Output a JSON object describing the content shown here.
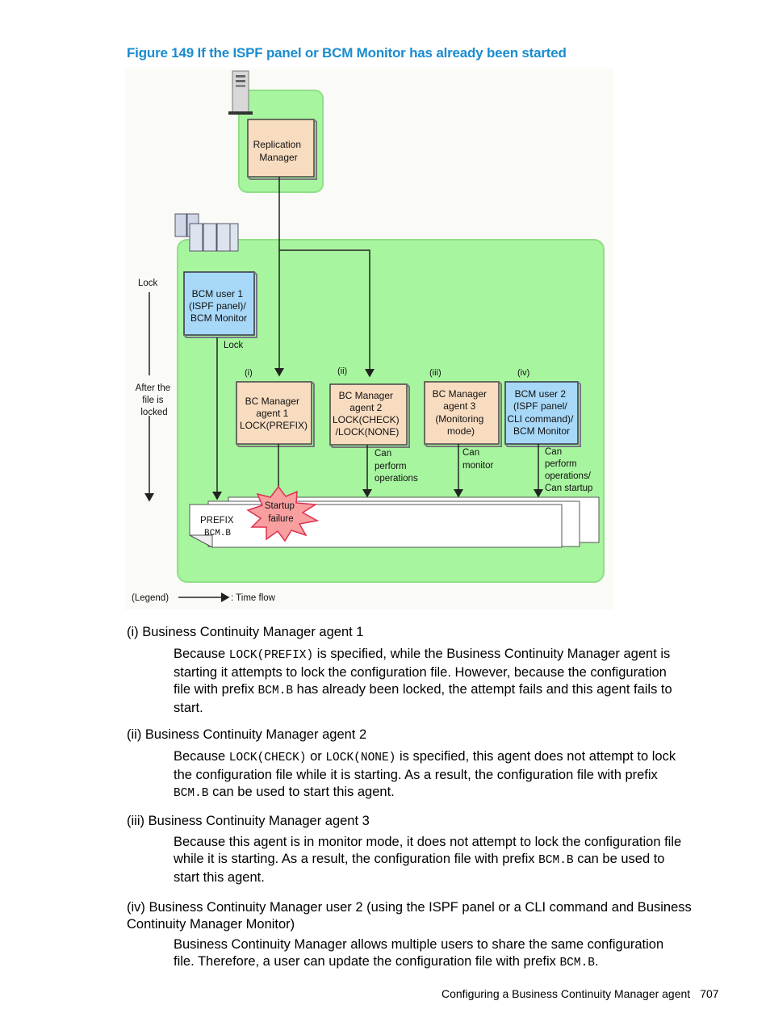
{
  "caption": "Figure 149 If the ISPF panel or BCM Monitor has already been started",
  "diagram": {
    "replication_manager": [
      "Replication",
      "Manager"
    ],
    "lock_label": "Lock",
    "after_locked": [
      "After the",
      "file is",
      "locked"
    ],
    "bcm_user1": [
      "BCM user 1",
      "(ISPF panel)/",
      "BCM Monitor"
    ],
    "user1_lock": "Lock",
    "markers": [
      "(i)",
      "(ii)",
      "(iii)",
      "(iv)"
    ],
    "agent1": [
      "BC Manager",
      "agent 1",
      "LOCK(PREFIX)"
    ],
    "agent2": [
      "BC Manager",
      "agent 2",
      "LOCK(CHECK)",
      "/LOCK(NONE)"
    ],
    "agent3": [
      "BC Manager",
      "agent 3",
      "(Monitoring",
      "mode)"
    ],
    "bcm_user2": [
      "BCM user 2",
      "(ISPF panel/",
      "CLI command)/",
      "BCM Monitor"
    ],
    "agent2_note": [
      "Can",
      "perform",
      "operations"
    ],
    "agent3_note": [
      "Can",
      "monitor"
    ],
    "user2_note": [
      "Can",
      "perform",
      "operations/",
      "Can startup"
    ],
    "file_prefix": "PREFIX",
    "file_name": "BCM.B",
    "burst": [
      "Startup",
      "failure"
    ],
    "legend_label": "(Legend)",
    "legend_time": ": Time flow"
  },
  "items": [
    {
      "title": "(i) Business Continuity Manager agent 1",
      "body": [
        {
          "t": "Because "
        },
        {
          "c": "LOCK(PREFIX)"
        },
        {
          "t": " is specified, while the Business Continuity Manager agent is starting it attempts to lock the configuration file. However, because the configuration file with prefix "
        },
        {
          "c": "BCM.B"
        },
        {
          "t": " has already been locked, the attempt fails and this agent fails to start."
        }
      ]
    },
    {
      "title": "(ii) Business Continuity Manager agent 2",
      "body": [
        {
          "t": "Because "
        },
        {
          "c": "LOCK(CHECK)"
        },
        {
          "t": " or "
        },
        {
          "c": "LOCK(NONE)"
        },
        {
          "t": " is specified, this agent does not attempt to lock the configuration file while it is starting. As a result, the configuration file with prefix "
        },
        {
          "c": "BCM.B"
        },
        {
          "t": " can be used to start this agent."
        }
      ]
    },
    {
      "title": "(iii) Business Continuity Manager agent 3",
      "body": [
        {
          "t": "Because this agent is in monitor mode, it does not attempt to lock the configuration file while it is starting. As a result, the configuration file with prefix "
        },
        {
          "c": "BCM.B"
        },
        {
          "t": " can be used to start this agent."
        }
      ]
    },
    {
      "title": "(iv) Business Continuity Manager user 2 (using the ISPF panel or a CLI command and Business Continuity Manager Monitor)",
      "body": [
        {
          "t": "Business Continuity Manager allows multiple users to share the same configuration file. Therefore, a user can update the configuration file with prefix "
        },
        {
          "c": "BCM.B"
        },
        {
          "t": "."
        }
      ]
    }
  ],
  "footer": {
    "text": "Configuring a Business Continuity Manager agent",
    "page": "707"
  },
  "colors": {
    "caption": "#1a8cd0",
    "green_zone": "#a8f5a0",
    "agent_box": "#f8dcc0",
    "user_box": "#a8d8f8"
  }
}
